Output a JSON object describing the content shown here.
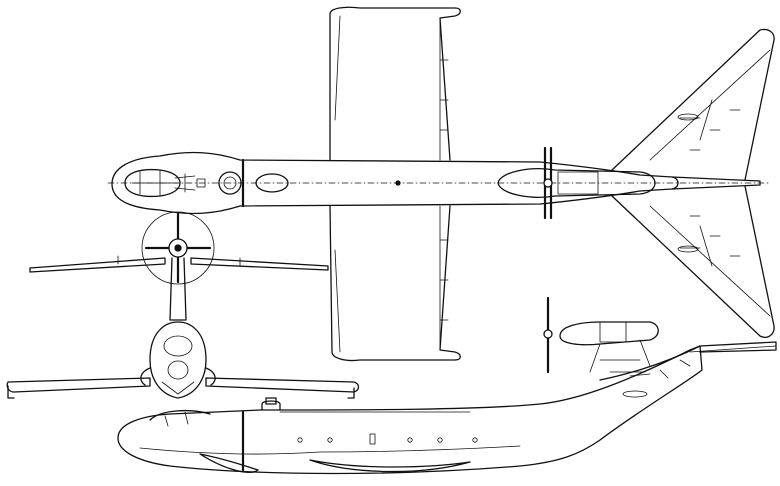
{
  "figure": {
    "views": [
      "top-view",
      "front-view",
      "side-view"
    ],
    "line_color": "#111111",
    "background_color": "#ffffff"
  }
}
